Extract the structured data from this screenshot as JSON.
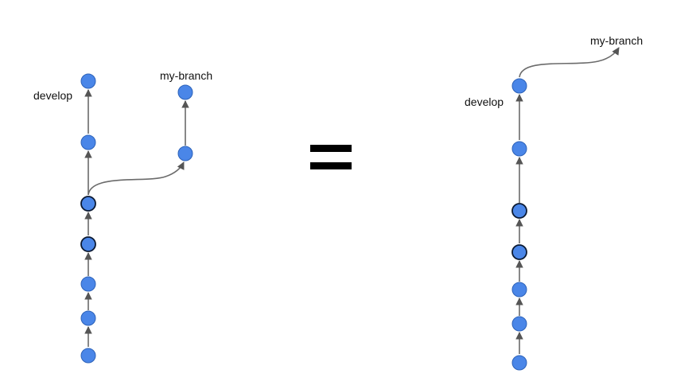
{
  "colors": {
    "node_fill": "#4a86e8",
    "edge_stroke": "#6b6b6b",
    "text": "#111111",
    "equals": "#000000"
  },
  "left_graph": {
    "develop_label": "develop",
    "branch_label": "my-branch",
    "develop_commit_count": 7,
    "branch_commit_count": 2,
    "branch_point_commit": 3,
    "emphasized_commits": [
      3,
      4
    ]
  },
  "equals_sign": "=",
  "right_graph": {
    "develop_label": "develop",
    "branch_label": "my-branch",
    "develop_commit_count": 7,
    "branch_commit_count": 0,
    "emphasized_commits": [
      3,
      4
    ]
  }
}
